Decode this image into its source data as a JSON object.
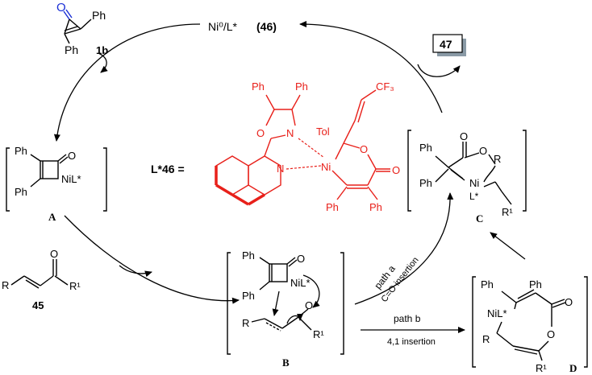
{
  "catalyst": {
    "text": "Ni⁰/L*",
    "num": "(46)"
  },
  "cyclopropenone": {
    "ph_top": "Ph",
    "ph_bottom": "Ph",
    "label": "1b"
  },
  "product_box": "47",
  "ligand": {
    "label": "L*46 =",
    "ph1": "Ph",
    "ph2": "Ph",
    "ph3": "Ph",
    "ph4": "Ph",
    "o1": "O",
    "n1": "N",
    "n2": "N",
    "o2": "O",
    "o3": "O",
    "ni": "Ni",
    "tol": "Tol",
    "cf3": "CF₃"
  },
  "intA": {
    "ph1": "Ph",
    "ph2": "Ph",
    "o": "O",
    "nil": "NiL*",
    "label": "A"
  },
  "intB": {
    "ph1": "Ph",
    "ph2": "Ph",
    "o": "O",
    "nil": "NiL*",
    "r": "R",
    "o2": "O",
    "r1": "R¹",
    "label": "B"
  },
  "intC": {
    "ph1": "Ph",
    "ph2": "Ph",
    "o1": "O",
    "o2": "O",
    "r": "R",
    "ni": "Ni",
    "l": "L*",
    "r1": "R¹",
    "label": "C"
  },
  "intD": {
    "ph1": "Ph",
    "ph2": "Ph",
    "o1": "O",
    "o2": "O",
    "nil": "NiL*",
    "r": "R",
    "r1": "R¹",
    "label": "D"
  },
  "enone": {
    "r": "R",
    "o": "O",
    "r1": "R¹",
    "label": "45"
  },
  "path_a": {
    "line1": "path a",
    "line2": "C=O  insertion"
  },
  "path_b": {
    "line1": "path b",
    "line2": "4,1 insertion"
  },
  "colors": {
    "ligand": "#e8201a",
    "carbonyl_o": "#1a2fd6",
    "box_shadow": "#8a9aa6"
  }
}
